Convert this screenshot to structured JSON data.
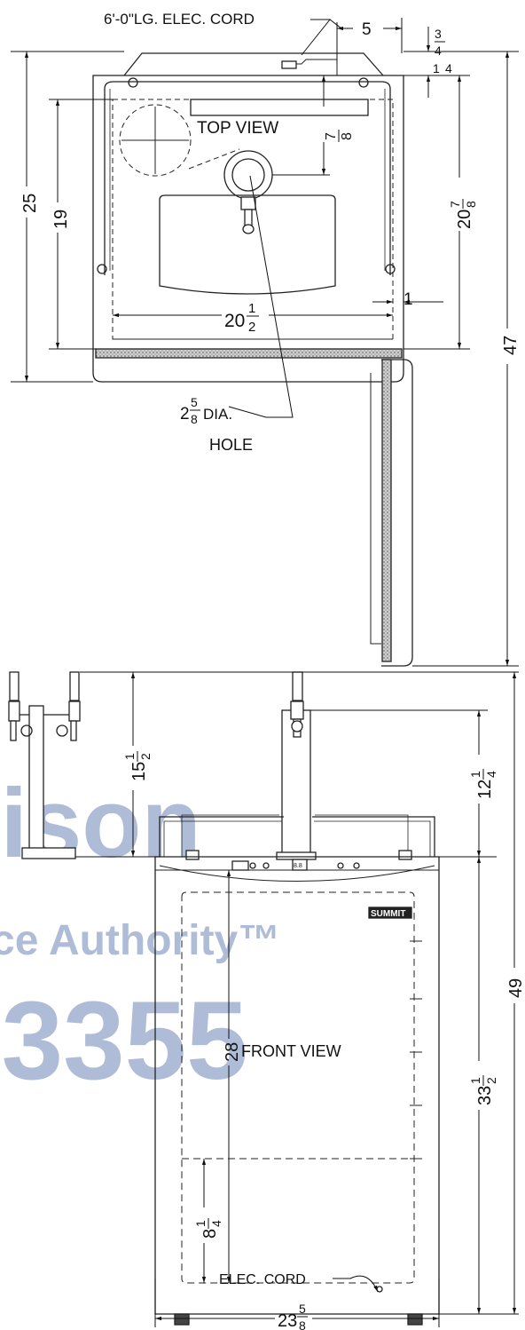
{
  "top_view": {
    "cord_label": "6'-0\"LG. ELEC. CORD",
    "cord_offset": "5",
    "step_3": "3",
    "step_4": "4",
    "step_1": "1",
    "step_4b": "4",
    "depth_overall": "25",
    "depth_inner": "19",
    "depth_right_whole": "20",
    "depth_right_num": "7",
    "depth_right_den": "8",
    "title": "TOP VIEW",
    "offset_num": "7",
    "offset_den": "8",
    "width_inner_whole": "20",
    "width_inner_num": "1",
    "width_inner_den": "2",
    "side_gap": "1",
    "hole_whole": "2",
    "hole_num": "5",
    "hole_den": "8",
    "hole_dia": "DIA.",
    "hole_word": "HOLE",
    "door_swing": "47"
  },
  "front_view": {
    "title": "FRONT VIEW",
    "tower_whole": "15",
    "tower_num": "1",
    "tower_den": "2",
    "tap_whole": "12",
    "tap_num": "1",
    "tap_den": "4",
    "overall_height": "49",
    "cabinet_whole": "33",
    "cabinet_num": "1",
    "cabinet_den": "2",
    "interior_height": "28",
    "shelf_whole": "8",
    "shelf_num": "1",
    "shelf_den": "4",
    "cord_label": "ELEC. CORD",
    "width_whole": "23",
    "width_num": "5",
    "width_den": "8",
    "brand": "SUMMIT",
    "display": "8.8"
  },
  "watermark": {
    "line1": "lison",
    "line2": "ce Authority™",
    "line3": "-3355"
  }
}
